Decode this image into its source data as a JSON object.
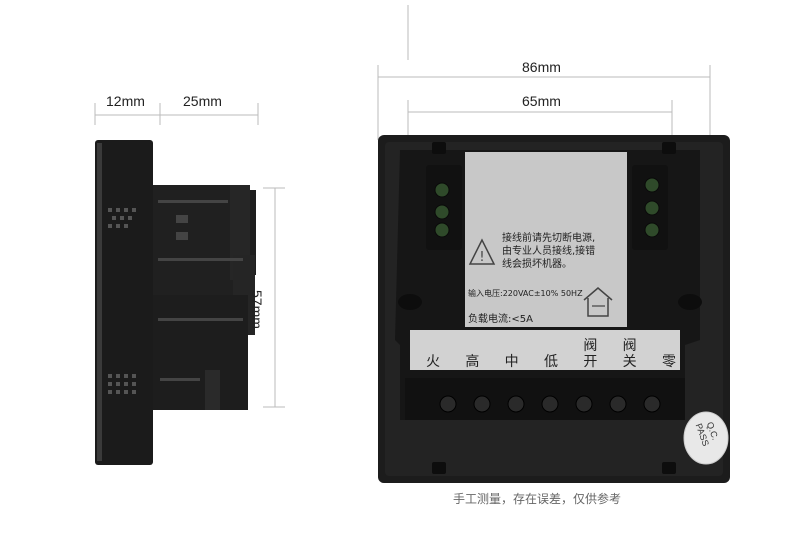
{
  "dimensions": {
    "side_depth_front": "12mm",
    "side_depth_back": "25mm",
    "side_height": "57mm",
    "back_width_total": "86mm",
    "back_width_inner": "65mm"
  },
  "warning_label": {
    "line1": "接线前请先切断电源,",
    "line2": "由专业人员接线,接错",
    "line3": "线会损坏机器。",
    "input_voltage": "输入电压:220VAC±10% 50HZ",
    "load_current": "负载电流:<5A"
  },
  "terminal_labels": [
    "火",
    "高",
    "中",
    "低",
    "阀\n开",
    "阀\n关",
    "零"
  ],
  "qc_sticker": {
    "line1": "Q.C.",
    "line2": "PASS"
  },
  "caption": "手工测量，存在误差，仅供参考"
}
